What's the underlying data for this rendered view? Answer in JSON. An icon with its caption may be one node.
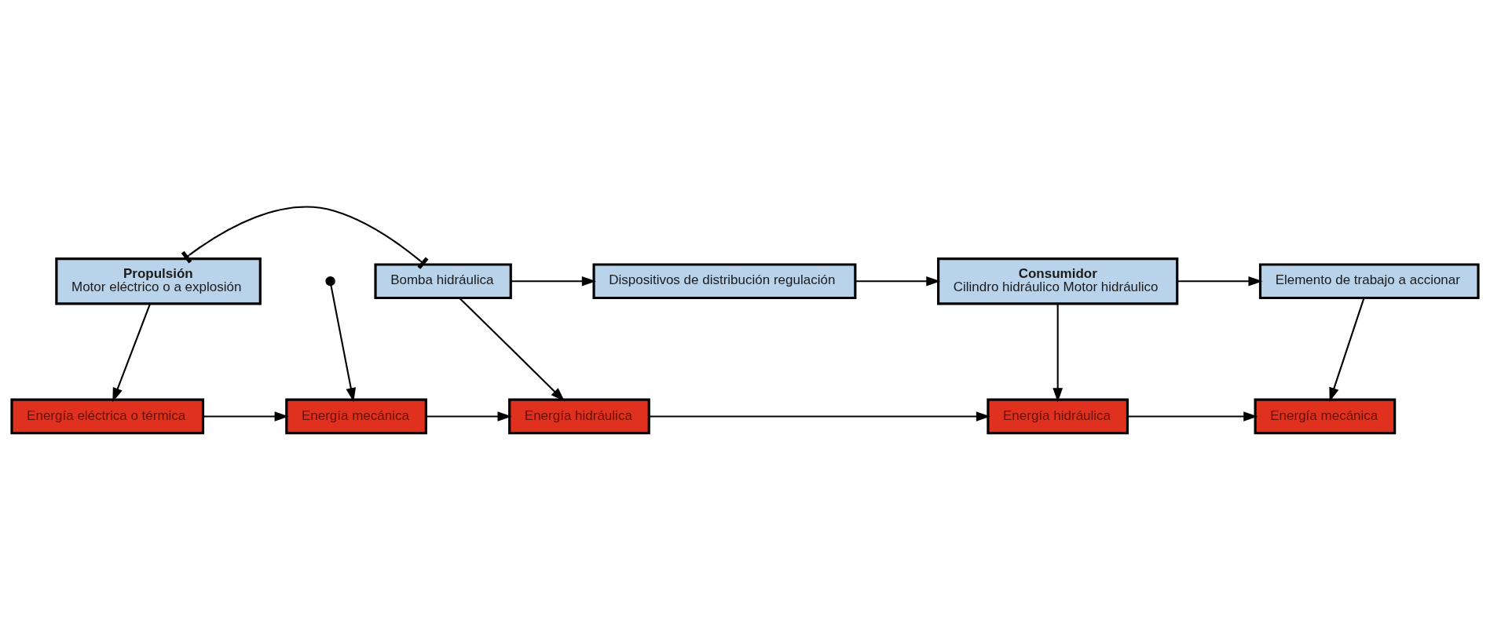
{
  "diagram": {
    "nodes": [
      {
        "text": [
          "Propulsión",
          "Motor eléctrico o a explosión"
        ]
      },
      {
        "text": [
          "Bomba hidráulica"
        ]
      },
      {
        "text": [
          "Dispositivos de distribución regulación"
        ]
      },
      {
        "text": [
          "Consumidor",
          "Cilindro hidráulico Motor hidráulico"
        ]
      },
      {
        "text": [
          "Elemento de trabajo a accionar"
        ]
      },
      {
        "text": [
          "Energía eléctrica o térmica"
        ]
      },
      {
        "text": [
          "Energía mecánica"
        ]
      },
      {
        "text": [
          "Energía hidráulica"
        ]
      },
      {
        "text": [
          "Energía hidráulica"
        ]
      },
      {
        "text": [
          "Energía mecánica"
        ]
      }
    ],
    "edges": [
      {
        "from": 0,
        "to": 1,
        "arrow": "other"
      },
      {
        "from": 1,
        "to": 2,
        "arrow": "to"
      },
      {
        "from": 2,
        "to": 3,
        "arrow": "to"
      },
      {
        "from": 3,
        "to": 4,
        "arrow": "to"
      },
      {
        "from": 0,
        "to": 5,
        "arrow": "to"
      },
      {
        "from": null,
        "to": 6,
        "arrow": "to"
      },
      {
        "from": 1,
        "to": 7,
        "arrow": "to"
      },
      {
        "from": 3,
        "to": 8,
        "arrow": "to"
      },
      {
        "from": 4,
        "to": 9,
        "arrow": "to"
      },
      {
        "from": 5,
        "to": 6,
        "arrow": "to"
      },
      {
        "from": 6,
        "to": 7,
        "arrow": "to"
      },
      {
        "from": 7,
        "to": 8,
        "arrow": "to"
      },
      {
        "from": 8,
        "to": 9,
        "arrow": "to"
      }
    ]
  }
}
